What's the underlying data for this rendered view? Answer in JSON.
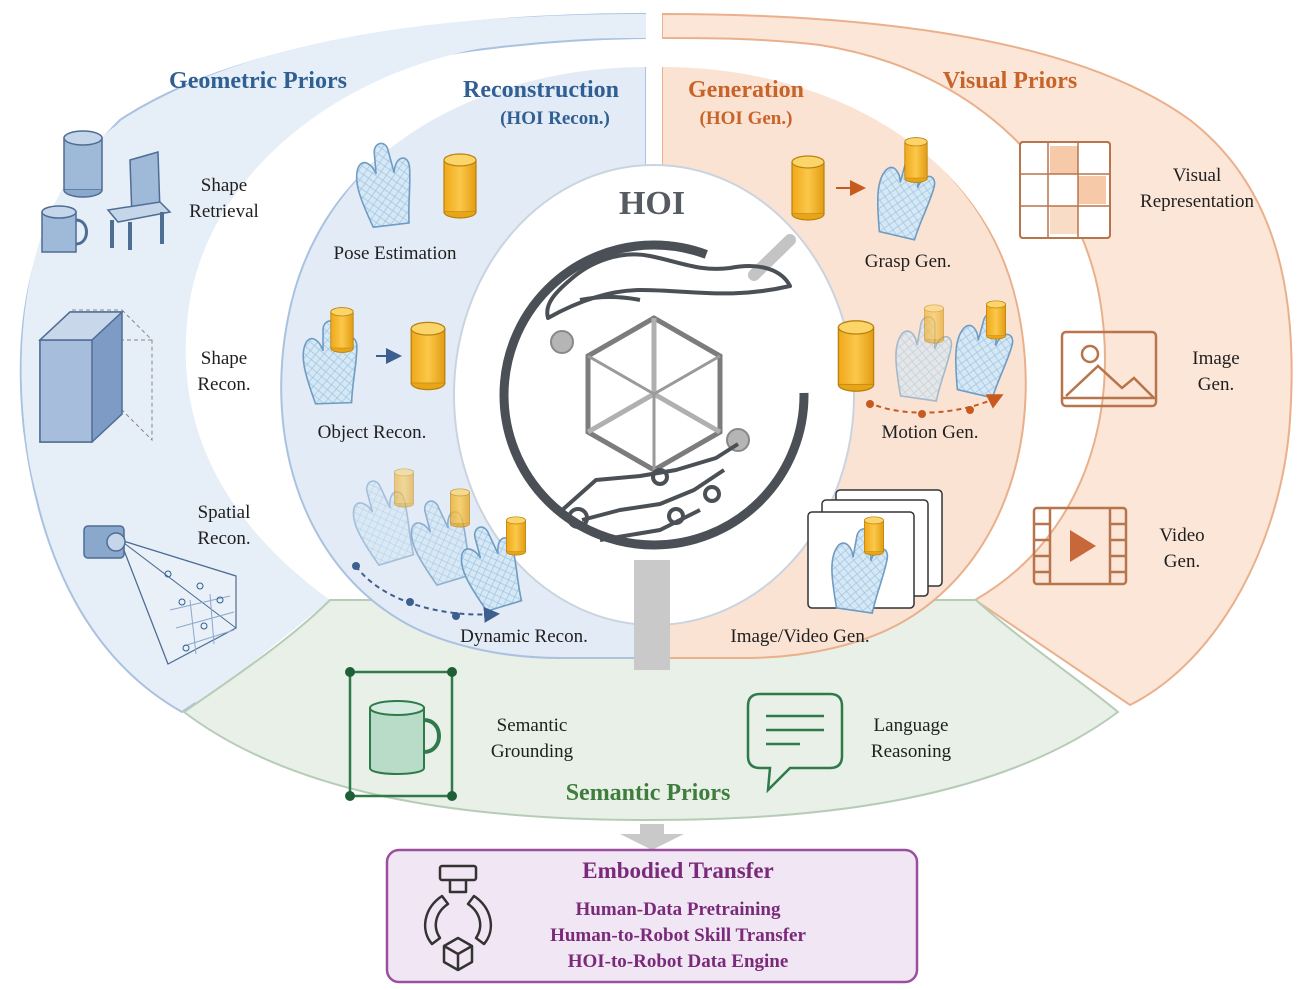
{
  "hoi_title": "HOI",
  "geometric": {
    "title": "Geometric Priors",
    "items": [
      "Shape",
      "Retrieval",
      "Shape",
      "Recon.",
      "Spatial",
      "Recon."
    ]
  },
  "reconstruction": {
    "title": "Reconstruction",
    "subtitle": "(HOI Recon.)",
    "items": [
      "Pose Estimation",
      "Object Recon.",
      "Dynamic Recon."
    ]
  },
  "generation": {
    "title": "Generation",
    "subtitle": "(HOI Gen.)",
    "items": [
      "Grasp Gen.",
      "Motion Gen.",
      "Image/Video Gen."
    ]
  },
  "visual": {
    "title": "Visual Priors",
    "items": [
      "Visual",
      "Representation",
      "Image",
      "Gen.",
      "Video",
      "Gen."
    ]
  },
  "semantic": {
    "title": "Semantic Priors",
    "items": [
      "Semantic",
      "Grounding",
      "Language",
      "Reasoning"
    ]
  },
  "embodied": {
    "title": "Embodied Transfer",
    "items": [
      "Human-Data Pretraining",
      "Human-to-Robot Skill Transfer",
      "HOI-to-Robot Data Engine"
    ]
  },
  "colors": {
    "geometric_fill": "#e6eef8",
    "geometric_stroke": "#a9c2e0",
    "visual_fill": "#fbe6d8",
    "visual_stroke": "#eab08c",
    "semantic_fill": "#e8f0e8",
    "semantic_stroke": "#b7ccb7",
    "embodied_fill": "#f1e6f3",
    "embodied_stroke": "#9b4f9e",
    "hoi_ring": "#4a5056",
    "object_gold": "#f4b82a",
    "glove_blue": "#cfe3f3"
  },
  "icons": [
    "cylinder-icon",
    "chair-icon",
    "mug-icon",
    "cuboid-icon",
    "camera-projection-icon",
    "glove-icon",
    "cylinder-object-icon",
    "arrow-icon",
    "hoi-cube-icon",
    "human-hand-icon",
    "robot-hand-icon",
    "grid-icon",
    "image-icon",
    "video-icon",
    "mug-grounding-icon",
    "speech-bubble-icon",
    "robot-gripper-icon",
    "down-arrow-icon"
  ]
}
